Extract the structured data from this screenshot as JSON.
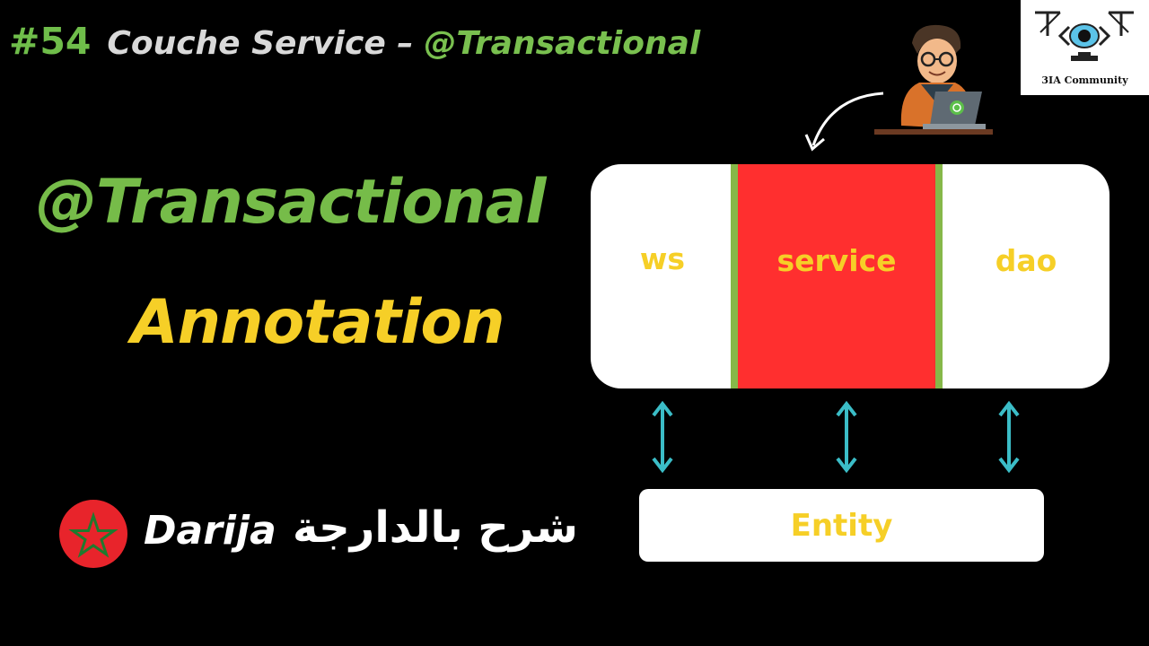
{
  "header": {
    "episode_number": "#54",
    "title_prefix": "Couche Service –",
    "title_accent": "@Transactional"
  },
  "logo": {
    "icon": "3ia-logo-icon",
    "text": "3IA Community"
  },
  "main": {
    "title": "@Transactional",
    "subtitle": "Annotation"
  },
  "language": {
    "flag_icon": "morocco-flag-icon",
    "label": "Darija",
    "arabic_label": "شرح بالدارجة"
  },
  "diagram": {
    "layers": [
      {
        "label": "ws"
      },
      {
        "label": "service"
      },
      {
        "label": "dao"
      }
    ],
    "entity_label": "Entity",
    "colors": {
      "highlight": "#ff2f2f",
      "label": "#f6cf27",
      "divider": "#86b849",
      "arrow": "#3bbdc7"
    }
  },
  "illustration": {
    "icon": "developer-with-laptop-icon",
    "pointer_icon": "curved-arrow-icon"
  },
  "colors": {
    "background": "#000000",
    "green": "#76bc49",
    "yellow": "#f6cf27"
  }
}
